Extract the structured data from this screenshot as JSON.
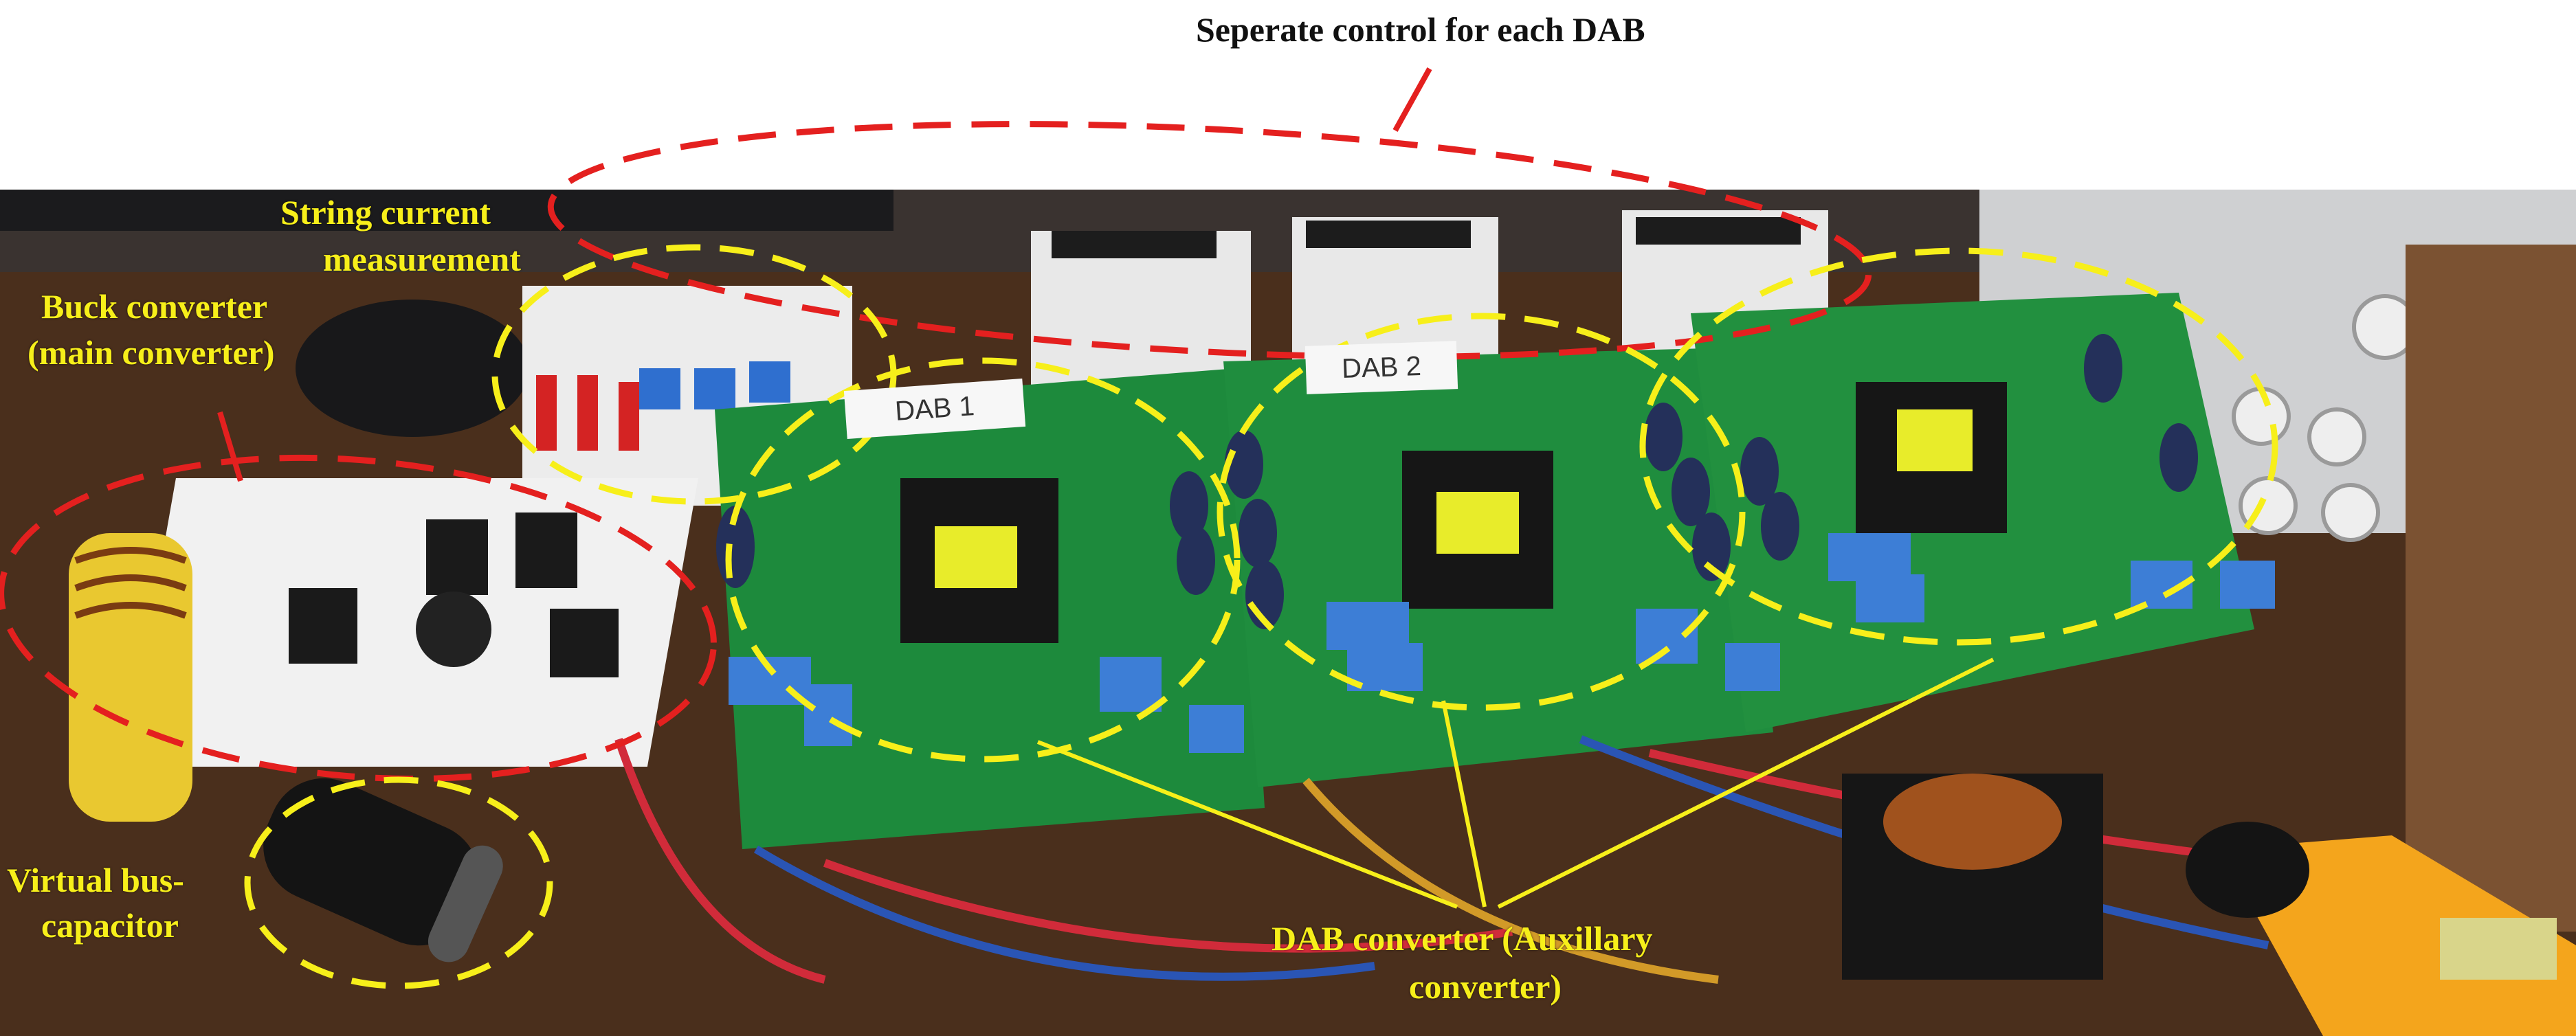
{
  "colors": {
    "annotation_yellow": "#f7ef1a",
    "annotation_red": "#e4201f",
    "annotation_black": "#111111",
    "pcb_green": "#1d8a3c",
    "bench_wood": "#5c3b22"
  },
  "annotations": {
    "top": "Seperate control for each DAB",
    "string_current_1": "String current",
    "string_current_2": "measurement",
    "buck_1": "Buck converter",
    "buck_2": "(main converter)",
    "virtual_bus_1": "Virtual bus-",
    "virtual_bus_2": "capacitor",
    "dab_1": "DAB converter (Auxillary",
    "dab_2": "converter)"
  },
  "board_labels": {
    "dab1": "DAB 1",
    "dab2": "DAB 2"
  }
}
